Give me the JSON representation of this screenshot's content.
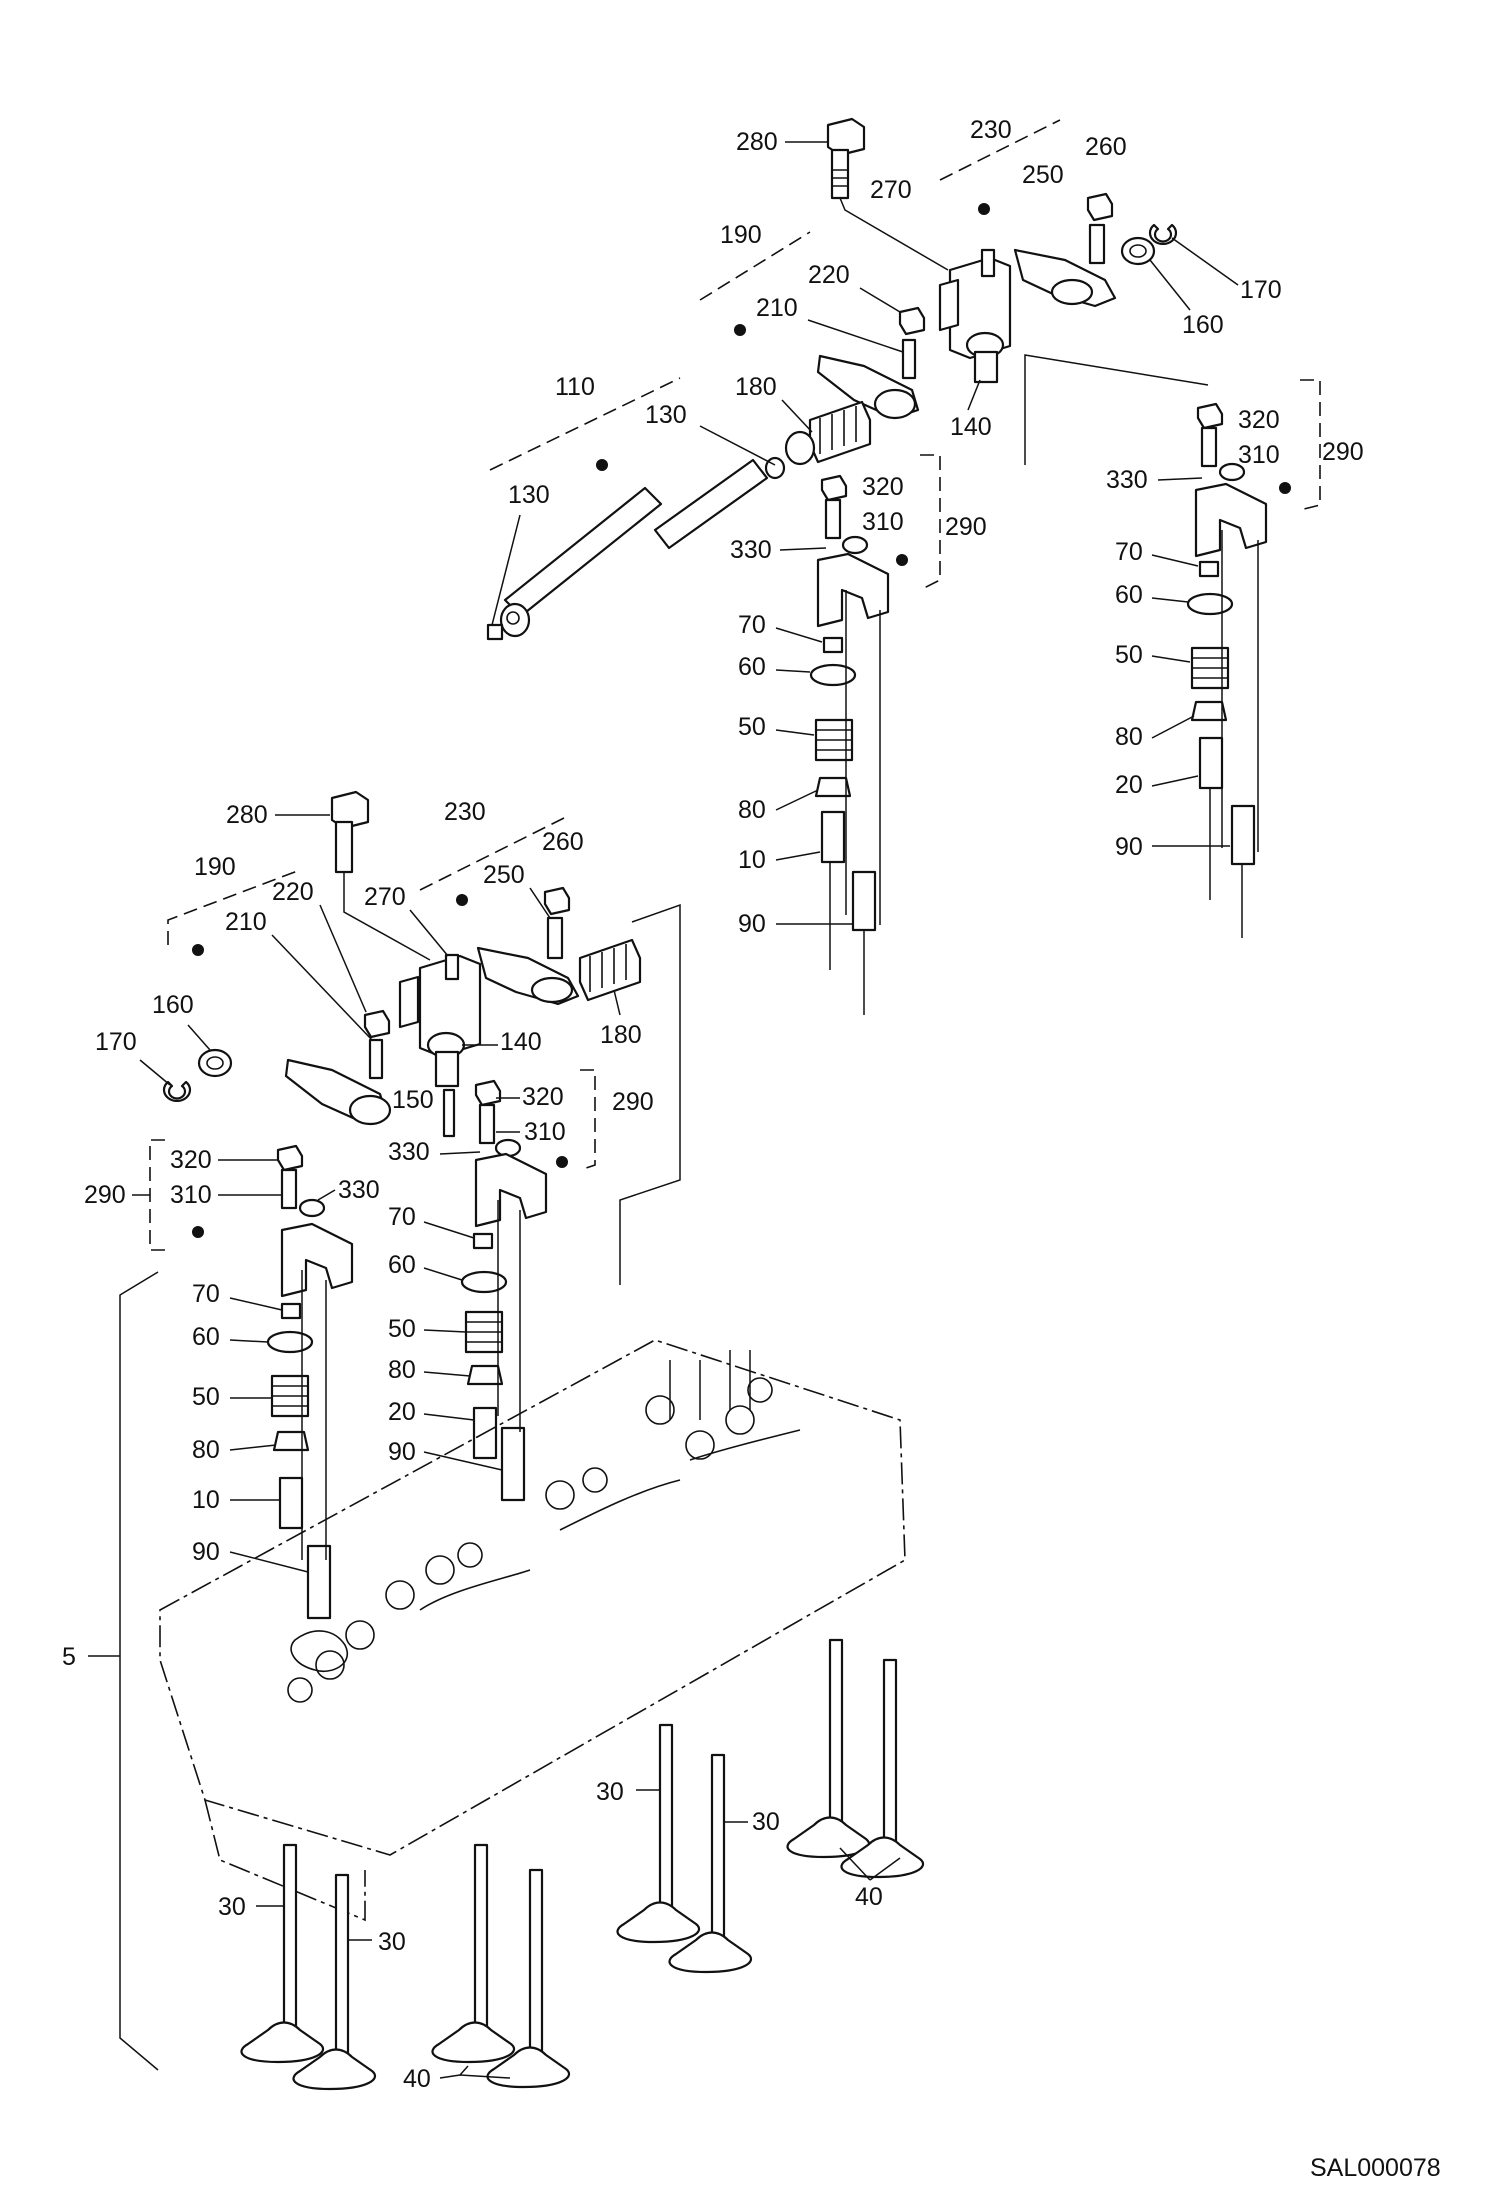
{
  "diagram": {
    "ref_code": "SAL000078",
    "callouts": {
      "upper": {
        "bolt": "280",
        "rocker_group_right": "230",
        "nut_right": "260",
        "screw_right": "250",
        "pin": "270",
        "washer_right": "170",
        "ring_right": "160",
        "rocker_group_left": "190",
        "nut_left": "220",
        "screw_left": "210",
        "support": "140",
        "spring": "180",
        "shaft_group": "110",
        "plug_mid": "130",
        "plug_end": "130",
        "bridge_group": "290",
        "bridge_nut": "320",
        "bridge_screw": "310",
        "bridge_cap": "330",
        "keeper": "70",
        "retainer": "60",
        "valve_spring": "50",
        "seal": "80",
        "guide": "10",
        "push_rod": "90",
        "bridge_group_r": "290",
        "bridge_nut_r": "320",
        "bridge_screw_r": "310",
        "bridge_cap_r": "330",
        "keeper_r": "70",
        "retainer_r": "60",
        "valve_spring_r": "50",
        "seal_r": "80",
        "guide_r": "20",
        "push_rod_r": "90"
      },
      "lower": {
        "bolt": "280",
        "rocker_group_right": "230",
        "rocker_group_left": "190",
        "nut_right": "260",
        "nut_left": "220",
        "screw_right": "250",
        "screw_left": "210",
        "pin": "270",
        "ring": "160",
        "washer": "170",
        "support": "140",
        "spring": "180",
        "dowel": "150",
        "bridge_group_r": "290",
        "bridge_nut_r": "320",
        "bridge_screw_r": "310",
        "bridge_cap_r": "330",
        "bridge_group_l": "290",
        "bridge_nut_l": "320",
        "bridge_screw_l": "310",
        "bridge_cap_l": "330",
        "keeper_r": "70",
        "retainer_r": "60",
        "valve_spring_r": "50",
        "seal_r": "80",
        "guide_r": "20",
        "push_rod_r": "90",
        "keeper_l": "70",
        "retainer_l": "60",
        "valve_spring_l": "50",
        "seal_l": "80",
        "guide_l": "10",
        "push_rod_l": "90",
        "cylinder_head": "5"
      },
      "valves": {
        "valve_a": "30",
        "valve_b": "30",
        "valve_c": "30",
        "valve_d": "30",
        "valve_group_left": "40",
        "valve_group_right": "40"
      }
    }
  }
}
